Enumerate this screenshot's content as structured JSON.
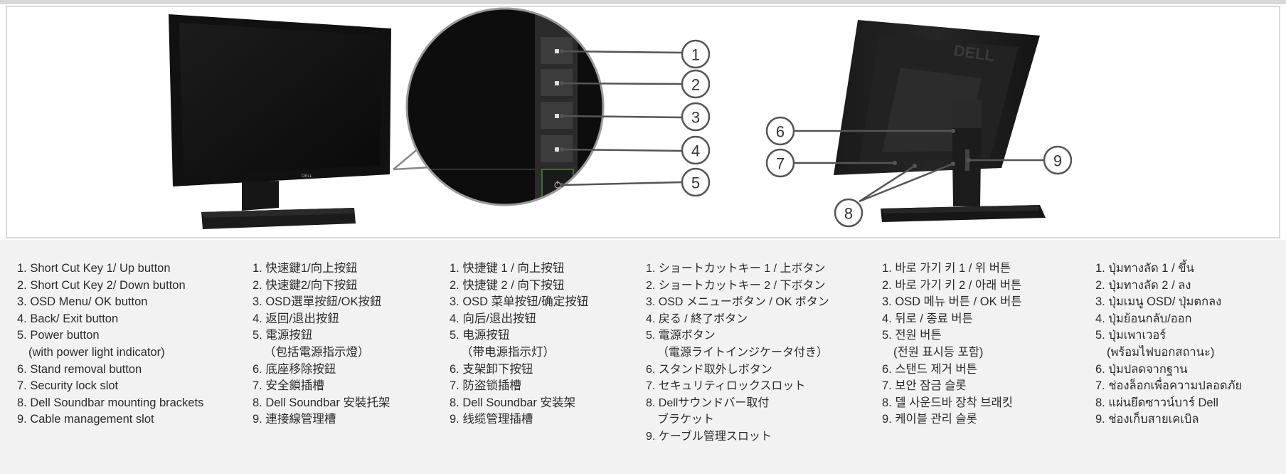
{
  "callouts": [
    "1",
    "2",
    "3",
    "4",
    "5",
    "6",
    "7",
    "8",
    "9"
  ],
  "brand_mark": "DELL",
  "legend": {
    "english": [
      "1. Short Cut Key 1/ Up button",
      "2. Short Cut Key 2/ Down button",
      "3. OSD Menu/ OK button",
      "4. Back/ Exit button",
      "5. Power button",
      "(with power light indicator)",
      "6. Stand removal button",
      "7. Security lock slot",
      "8. Dell Soundbar mounting brackets",
      "9. Cable management slot"
    ],
    "traditional_chinese": [
      "1. 快速鍵1/向上按鈕",
      "2. 快速鍵2/向下按鈕",
      "3. OSD選單按鈕/OK按鈕",
      "4. 返回/退出按鈕",
      "5. 電源按鈕",
      "（包括電源指示燈）",
      "6. 底座移除按鈕",
      "7. 安全鎖插槽",
      "8. Dell Soundbar 安裝托架",
      "9. 連接線管理槽"
    ],
    "simplified_chinese": [
      "1. 快捷键 1 / 向上按钮",
      "2. 快捷键 2 / 向下按钮",
      "3. OSD 菜单按钮/确定按钮",
      "4. 向后/退出按钮",
      "5. 电源按钮",
      "（带电源指示灯）",
      "6. 支架卸下按钮",
      "7. 防盗锁插槽",
      "8. Dell Soundbar 安装架",
      "9. 线缆管理插槽"
    ],
    "japanese": [
      "1. ショートカットキー 1 / 上ボタン",
      "2. ショートカットキー 2 / 下ボタン",
      "3. OSD メニューボタン / OK ボタン",
      "4. 戻る / 終了ボタン",
      "5. 電源ボタン",
      "（電源ライトインジケータ付き）",
      "6. スタンド取外しボタン",
      "7. セキュリティロックスロット",
      "8. Dellサウンドバー取付",
      "ブラケット",
      "9. ケーブル管理スロット"
    ],
    "korean": [
      "1. 바로 가기 키 1 / 위 버튼",
      "2. 바로 가기 키 2 / 아래 버튼",
      "3. OSD 메뉴 버튼 / OK 버튼",
      "4. 뒤로 / 종료 버튼",
      "5. 전원 버튼",
      "(전원 표시등 포함)",
      "6. 스탠드 제거 버튼",
      "7. 보안 잠금 슬롯",
      "8. 델 사운드바 장착 브래킷",
      "9. 케이블 관리 슬롯"
    ],
    "thai": [
      "1. ปุ่มทางลัด 1 / ขึ้น",
      "2. ปุ่มทางลัด 2 / ลง",
      "3. ปุ่มเมนู OSD/ ปุ่มตกลง",
      "4. ปุ่มย้อนกลับ/ออก",
      "5. ปุ่มเพาเวอร์",
      "(พร้อมไฟบอกสถานะ)",
      "6. ปุ่มปลดจากฐาน",
      "7. ช่องล็อกเพื่อความปลอดภัย",
      "8. แผ่นยึดซาวน์บาร์ Dell",
      "9. ช่องเก็บสายเคเบิล"
    ]
  }
}
